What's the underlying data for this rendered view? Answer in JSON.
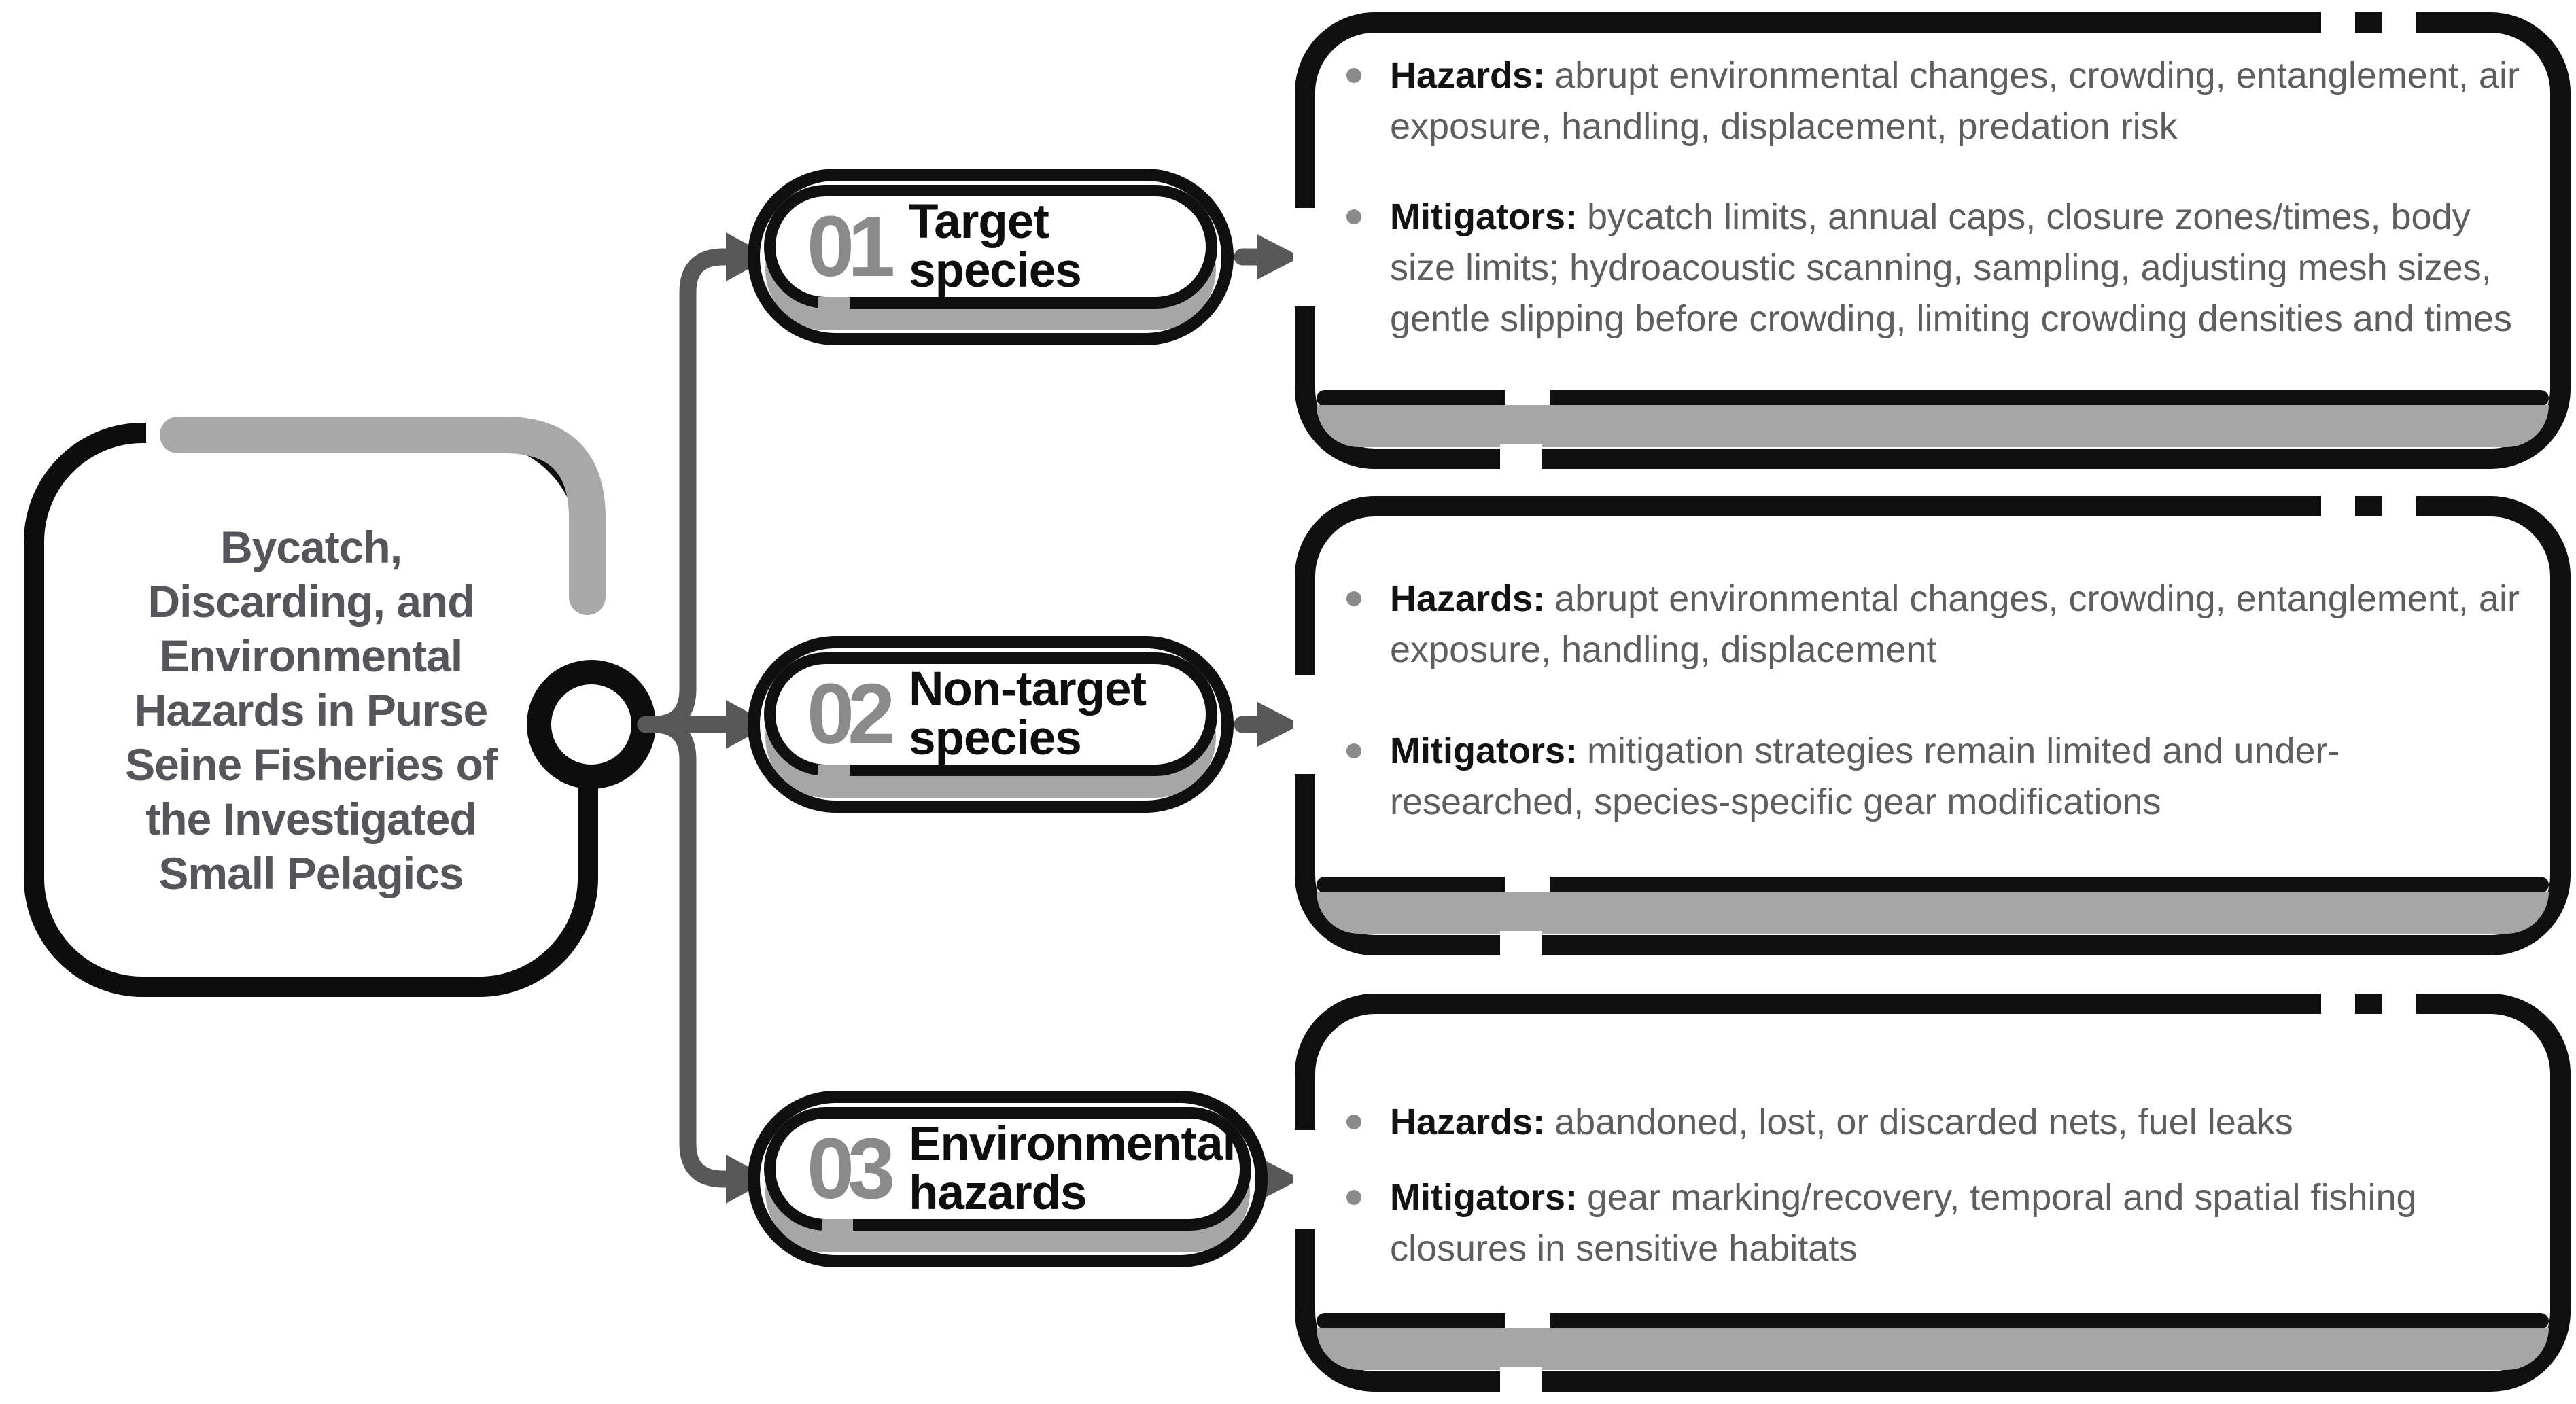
{
  "center": {
    "title": "Bycatch,\nDiscarding, and\nEnvironmental\nHazards in Purse\nSeine Fisheries of\nthe Investigated\nSmall Pelagics"
  },
  "nodes": [
    {
      "number": "01",
      "label": "Target species"
    },
    {
      "number": "02",
      "label": "Non-target\nspecies"
    },
    {
      "number": "03",
      "label": "Environmental\nhazards"
    }
  ],
  "boxes": [
    {
      "bullets": [
        {
          "label": "Hazards:",
          "text": "abrupt environmental changes, crowding, entanglement, air exposure, handling,  displacement, predation risk"
        },
        {
          "label": "Mitigators:",
          "text": "bycatch limits, annual caps, closure zones/times, body size limits; hydroacoustic scanning, sampling, adjusting mesh sizes, gentle slipping before crowding, limiting crowding densities and times"
        }
      ]
    },
    {
      "bullets": [
        {
          "label": "Hazards:",
          "text": "abrupt environmental changes, crowding, entanglement, air exposure, handling, displacement"
        },
        {
          "label": "Mitigators:",
          "text": "mitigation strategies remain limited and under-researched, species-specific gear modifications"
        }
      ]
    },
    {
      "bullets": [
        {
          "label": "Hazards:",
          "text": "abandoned, lost, or discarded nets, fuel leaks"
        },
        {
          "label": "Mitigators:",
          "text": "gear marking/recovery, temporal and spatial fishing closures in sensitive habitats"
        }
      ]
    }
  ],
  "colors": {
    "outline_black": "#0f0f0f",
    "connector_gray": "#585858",
    "number_gray": "#8a8a8a",
    "shadow_gray": "#a6a6a6",
    "body_text_gray": "#5d5e60",
    "title_gray": "#55565a"
  }
}
